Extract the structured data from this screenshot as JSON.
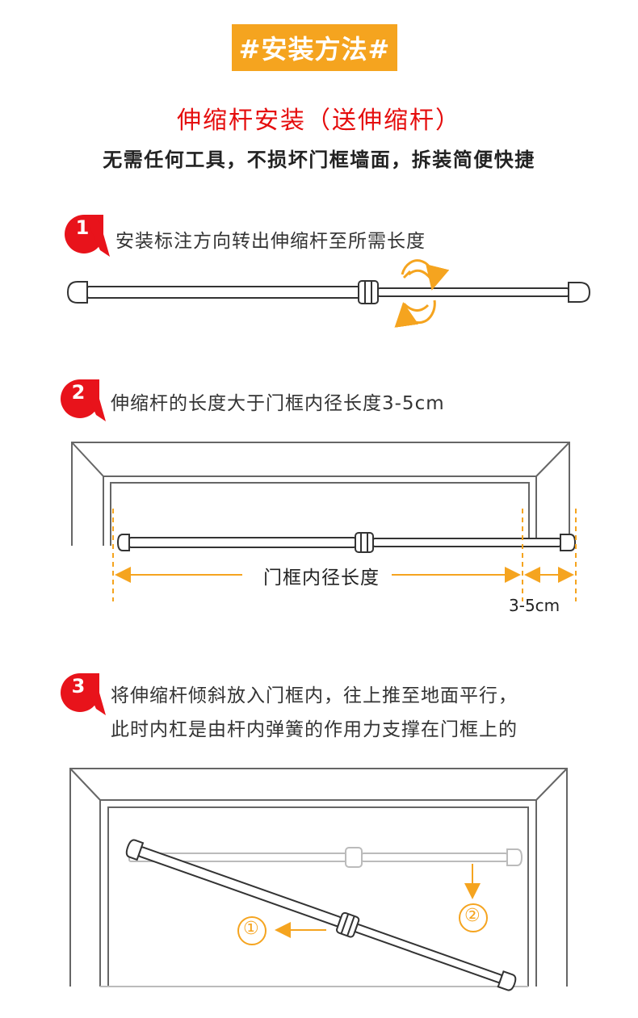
{
  "header": {
    "title": "#安装方法#",
    "subtitle": "伸缩杆安装（送伸缩杆）",
    "tagline": "无需任何工具，不损坏门框墙面，拆装简便快捷"
  },
  "steps": [
    {
      "number": "1",
      "text": "安装标注方向转出伸缩杆至所需长度"
    },
    {
      "number": "2",
      "text": "伸缩杆的长度大于门框内径长度3-5cm"
    },
    {
      "number": "3",
      "line1": "将伸缩杆倾斜放入门框内，往上推至地面平行，",
      "line2": "此时内杠是由杆内弹簧的作用力支撑在门框上的"
    }
  ],
  "figure2": {
    "inner_label": "门框内径长度",
    "extra_label": "3-5cm"
  },
  "figure3": {
    "marker_1": "①",
    "marker_2": "②"
  },
  "colors": {
    "accent": "#f5a41f",
    "red": "#e50d0d",
    "badge": "#e8131b",
    "line": "#333333"
  }
}
